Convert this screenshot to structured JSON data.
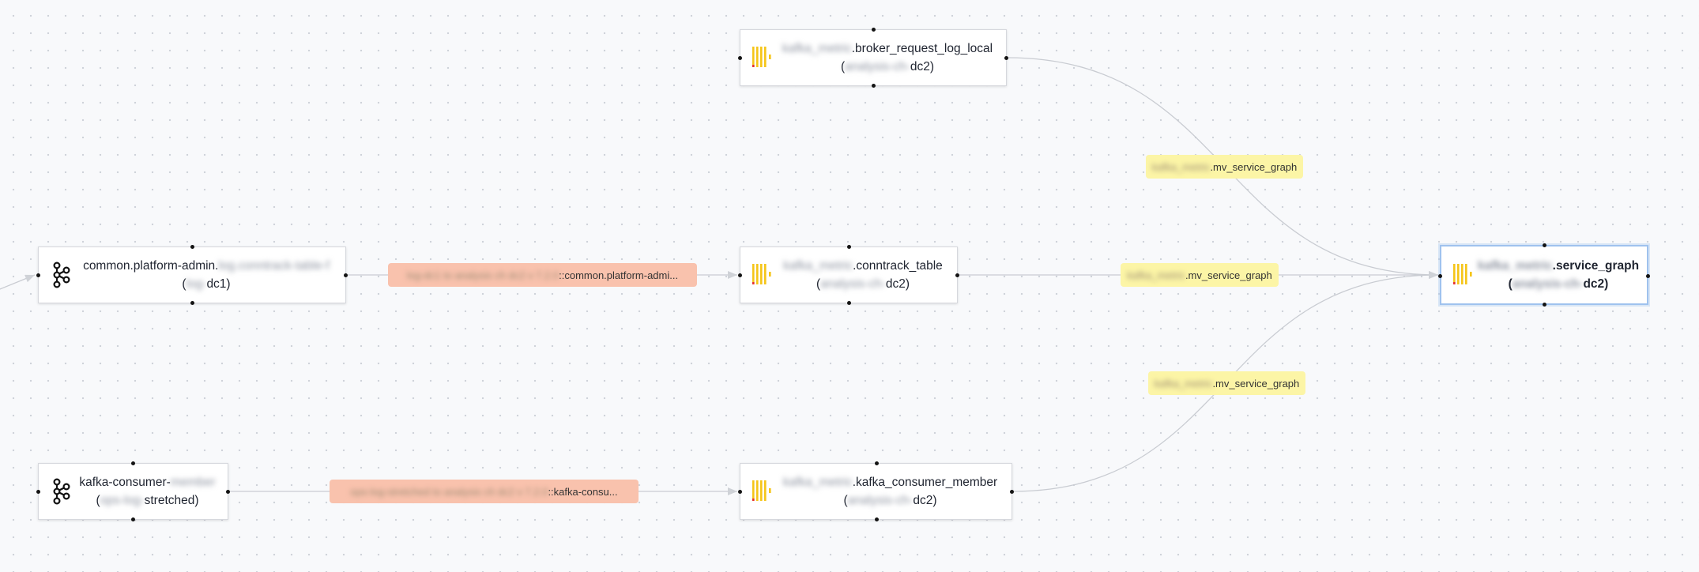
{
  "nodes": {
    "common": {
      "name_main": "common.platform-admin.",
      "name_hidden": "log.conntrack-table-f",
      "loc_open": "(",
      "loc_hidden": "log-",
      "loc_main": "dc1)"
    },
    "consumer": {
      "name_main": "kafka-consumer-",
      "name_hidden": "member",
      "loc_open": "(",
      "loc_hidden": "ops-log-",
      "loc_main": "stretched)"
    },
    "broker": {
      "name_hidden": "kafka_metric",
      "name_main": ".broker_request_log_local",
      "loc_open": "(",
      "loc_hidden": "analysis-ch-",
      "loc_main": "dc2)"
    },
    "conntrack": {
      "name_hidden": "kafka_metric",
      "name_main": ".conntrack_table",
      "loc_open": "(",
      "loc_hidden": "analysis-ch-",
      "loc_main": "dc2)"
    },
    "member": {
      "name_hidden": "kafka_metric",
      "name_main": ".kafka_consumer_member",
      "loc_open": "(",
      "loc_hidden": "analysis-ch-",
      "loc_main": "dc2)"
    },
    "graph": {
      "name_hidden": "kafka_metric",
      "name_main": ".service_graph",
      "loc_open": "(",
      "loc_hidden": "analysis-ch-",
      "loc_main": "dc2)"
    }
  },
  "edge_labels": {
    "common_to_conntrack": {
      "hidden": "log-dc1 to analysis ch dc2 v 7.2.0",
      "main": "::common.platform-admi..."
    },
    "consumer_to_member": {
      "hidden": "ops-log-stretched to analysis ch dc2 v 7.2.0",
      "main": "::kafka-consu..."
    },
    "broker_to_graph": {
      "hidden": "kafka_metric",
      "main": ".mv_service_graph"
    },
    "conntrack_to_graph": {
      "hidden": "kafka_metric",
      "main": ".mv_service_graph"
    },
    "member_to_graph": {
      "hidden": "kafka_metric",
      "main": ".mv_service_graph"
    }
  },
  "icons": {
    "kafka": "kafka-icon",
    "clickhouse": "clickhouse-icon"
  },
  "colors": {
    "background": "#f8f9fb",
    "grid_dot": "#cfd3da",
    "edge": "#c9ccd2",
    "arrow": "#cfd2d7",
    "label_yellow": "#fcf5a6",
    "label_salmon": "#f9c2ad",
    "clickhouse_yellow": "#f5c518",
    "clickhouse_red": "#e5322d",
    "selected_border": "#9fc2ee"
  }
}
